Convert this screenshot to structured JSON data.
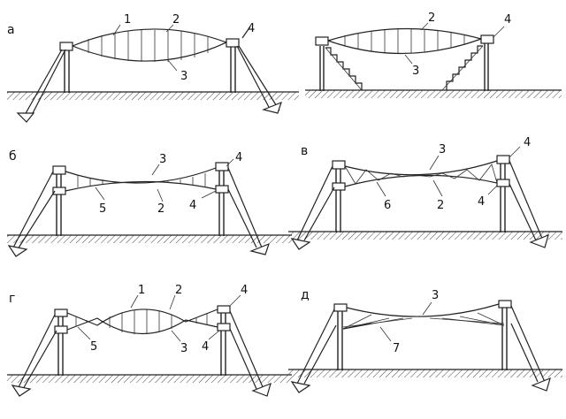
{
  "panels": {
    "a": {
      "label": "а",
      "labels": [
        "1",
        "2",
        "3",
        "4"
      ]
    },
    "a2": {
      "labels": [
        "2",
        "3",
        "4"
      ]
    },
    "b": {
      "label": "б",
      "labels": [
        "3",
        "4",
        "5",
        "2",
        "4"
      ]
    },
    "v": {
      "label": "в",
      "labels": [
        "3",
        "4",
        "6",
        "2",
        "4"
      ]
    },
    "g": {
      "label": "г",
      "labels": [
        "1",
        "2",
        "4",
        "5",
        "3",
        "4"
      ]
    },
    "d": {
      "label": "д",
      "labels": [
        "3",
        "7"
      ]
    }
  }
}
